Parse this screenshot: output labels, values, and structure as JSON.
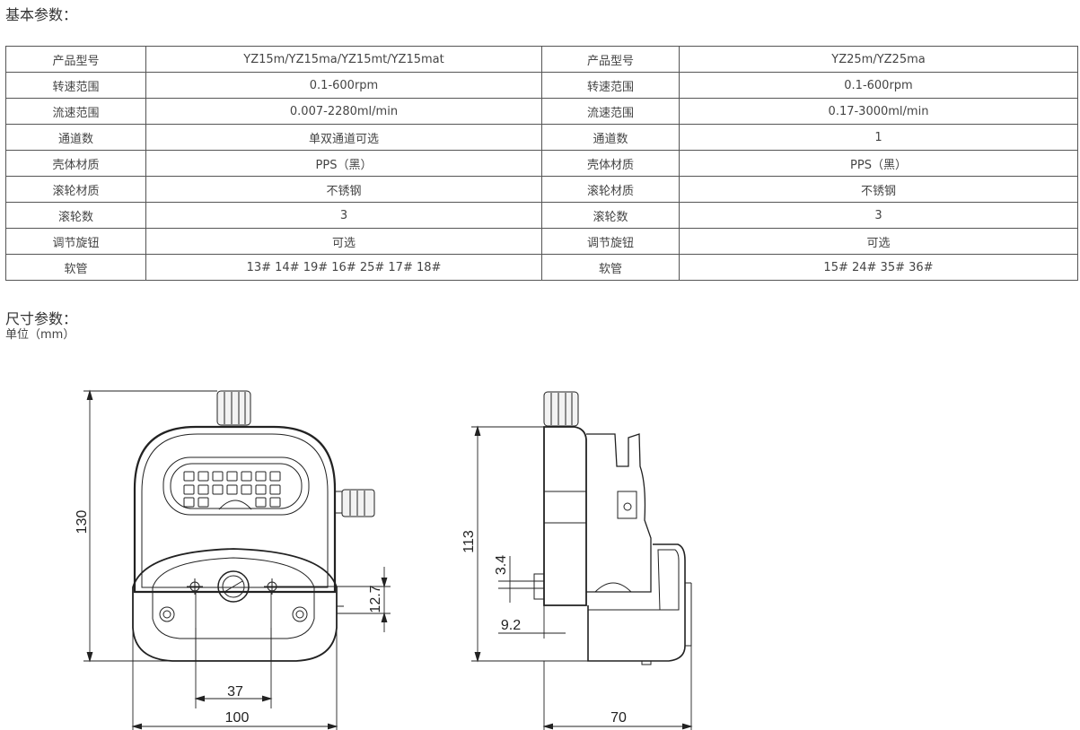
{
  "headings": {
    "basic": "基本参数：",
    "dimension": "尺寸参数：",
    "unit": "单位（mm）"
  },
  "spec_table": {
    "rows": [
      [
        "产品型号",
        "YZ15m/YZ15ma/YZ15mt/YZ15mat",
        "产品型号",
        "YZ25m/YZ25ma"
      ],
      [
        "转速范围",
        "0.1-600rpm",
        "转速范围",
        "0.1-600rpm"
      ],
      [
        "流速范围",
        "0.007-2280ml/min",
        "流速范围",
        "0.17-3000ml/min"
      ],
      [
        "通道数",
        "单双通道可选",
        "通道数",
        "1"
      ],
      [
        "壳体材质",
        "PPS（黑）",
        "壳体材质",
        "PPS（黑）"
      ],
      [
        "滚轮材质",
        "不锈钢",
        "滚轮材质",
        "不锈钢"
      ],
      [
        "滚轮数",
        "3",
        "滚轮数",
        "3"
      ],
      [
        "调节旋钮",
        "可选",
        "调节旋钮",
        "可选"
      ],
      [
        "软管",
        "13# 14# 19# 16# 25# 17# 18#",
        "软管",
        "15# 24# 35# 36#"
      ]
    ]
  },
  "dimensions": {
    "front_height": "130",
    "front_width": "100",
    "hole_spacing": "37",
    "offset_12_7": "12.7",
    "side_height": "113",
    "side_depth": "70",
    "offset_3_4": "3.4",
    "offset_9_2": "9.2"
  }
}
